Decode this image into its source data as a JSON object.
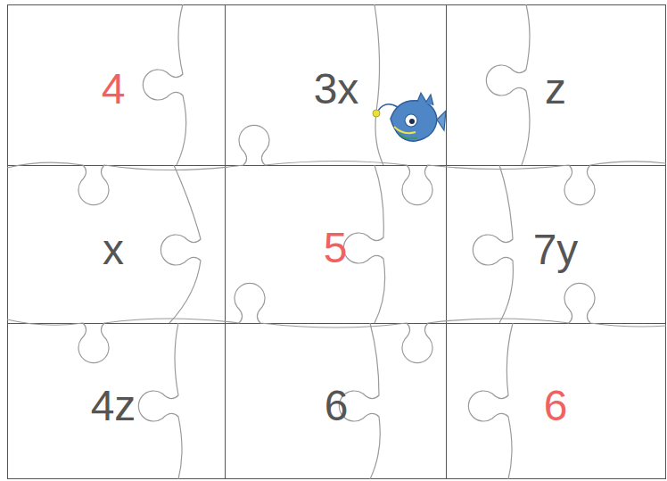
{
  "diagram": {
    "nodes": [
      {
        "text": [
          "4"
        ]
      },
      {
        "text": [
          "3x"
        ]
      },
      {
        "text": [
          "z"
        ]
      },
      {
        "text": [
          "x"
        ]
      },
      {
        "text": [
          "5"
        ]
      },
      {
        "text": [
          "7y"
        ]
      },
      {
        "text": [
          "4z"
        ]
      },
      {
        "text": [
          "6"
        ]
      },
      {
        "text": [
          "6"
        ]
      }
    ]
  }
}
